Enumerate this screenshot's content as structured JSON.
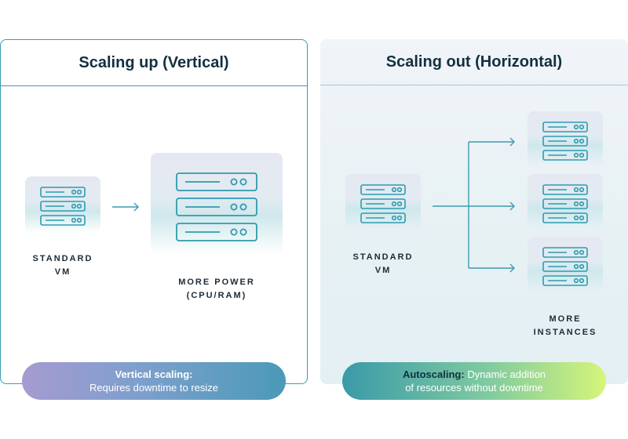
{
  "left_panel": {
    "title": "Scaling up (Vertical)",
    "source_label": [
      "STANDARD",
      "VM"
    ],
    "target_label": [
      "MORE POWER",
      "(CPU/RAM)"
    ],
    "pill": {
      "title": "Vertical scaling:",
      "text": "Requires downtime to resize"
    }
  },
  "right_panel": {
    "title": "Scaling out (Horizontal)",
    "source_label": [
      "STANDARD",
      "VM"
    ],
    "target_label": [
      "MORE",
      "INSTANCES"
    ],
    "instance_count": 3,
    "pill": {
      "title": "Autoscaling:",
      "text_1": "Dynamic addition",
      "text_2": "of resources without downtime"
    }
  },
  "colors": {
    "accent": "#3a9cae",
    "text": "#123040",
    "server_stroke": "#2e9bb0"
  }
}
